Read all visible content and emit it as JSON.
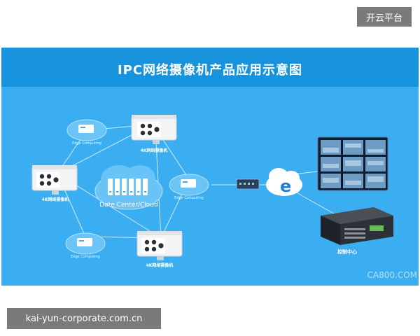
{
  "corner_badge": "开云平台",
  "footer_badge": "kai-yun-corporate.com.cn",
  "diagram": {
    "title": "IPC网络摄像机产品应用示意图",
    "data_center_label": "Date Center/Cloud",
    "edge_label": "Edge Computing",
    "camera_label": "4K网络摄像机",
    "control_center_label": "控制中心",
    "watermark": "CA800.COM"
  },
  "colors": {
    "panel_bg": "#3aaef0",
    "header_bg": "#1793de"
  }
}
